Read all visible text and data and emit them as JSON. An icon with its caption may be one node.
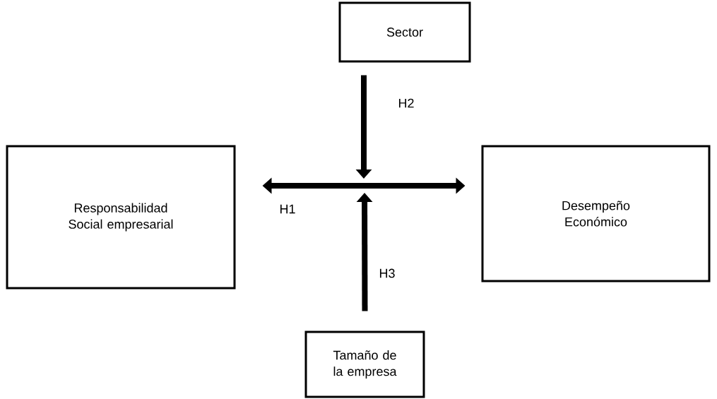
{
  "diagram": {
    "nodes": [
      {
        "text": [
          "Responsabilidad Social empresarial"
        ]
      },
      {
        "text": [
          "Sector"
        ]
      },
      {
        "text": [
          "Desempeño Económico"
        ]
      },
      {
        "text": [
          "Tamaño de la empresa"
        ]
      }
    ],
    "edges": [
      {
        "from": 0,
        "to": 2,
        "arrow": "both",
        "label": "H1"
      },
      {
        "from": 1,
        "to": null,
        "arrow": "to",
        "label": "H2"
      },
      {
        "from": 3,
        "to": null,
        "arrow": "to",
        "label": "H3"
      }
    ]
  }
}
